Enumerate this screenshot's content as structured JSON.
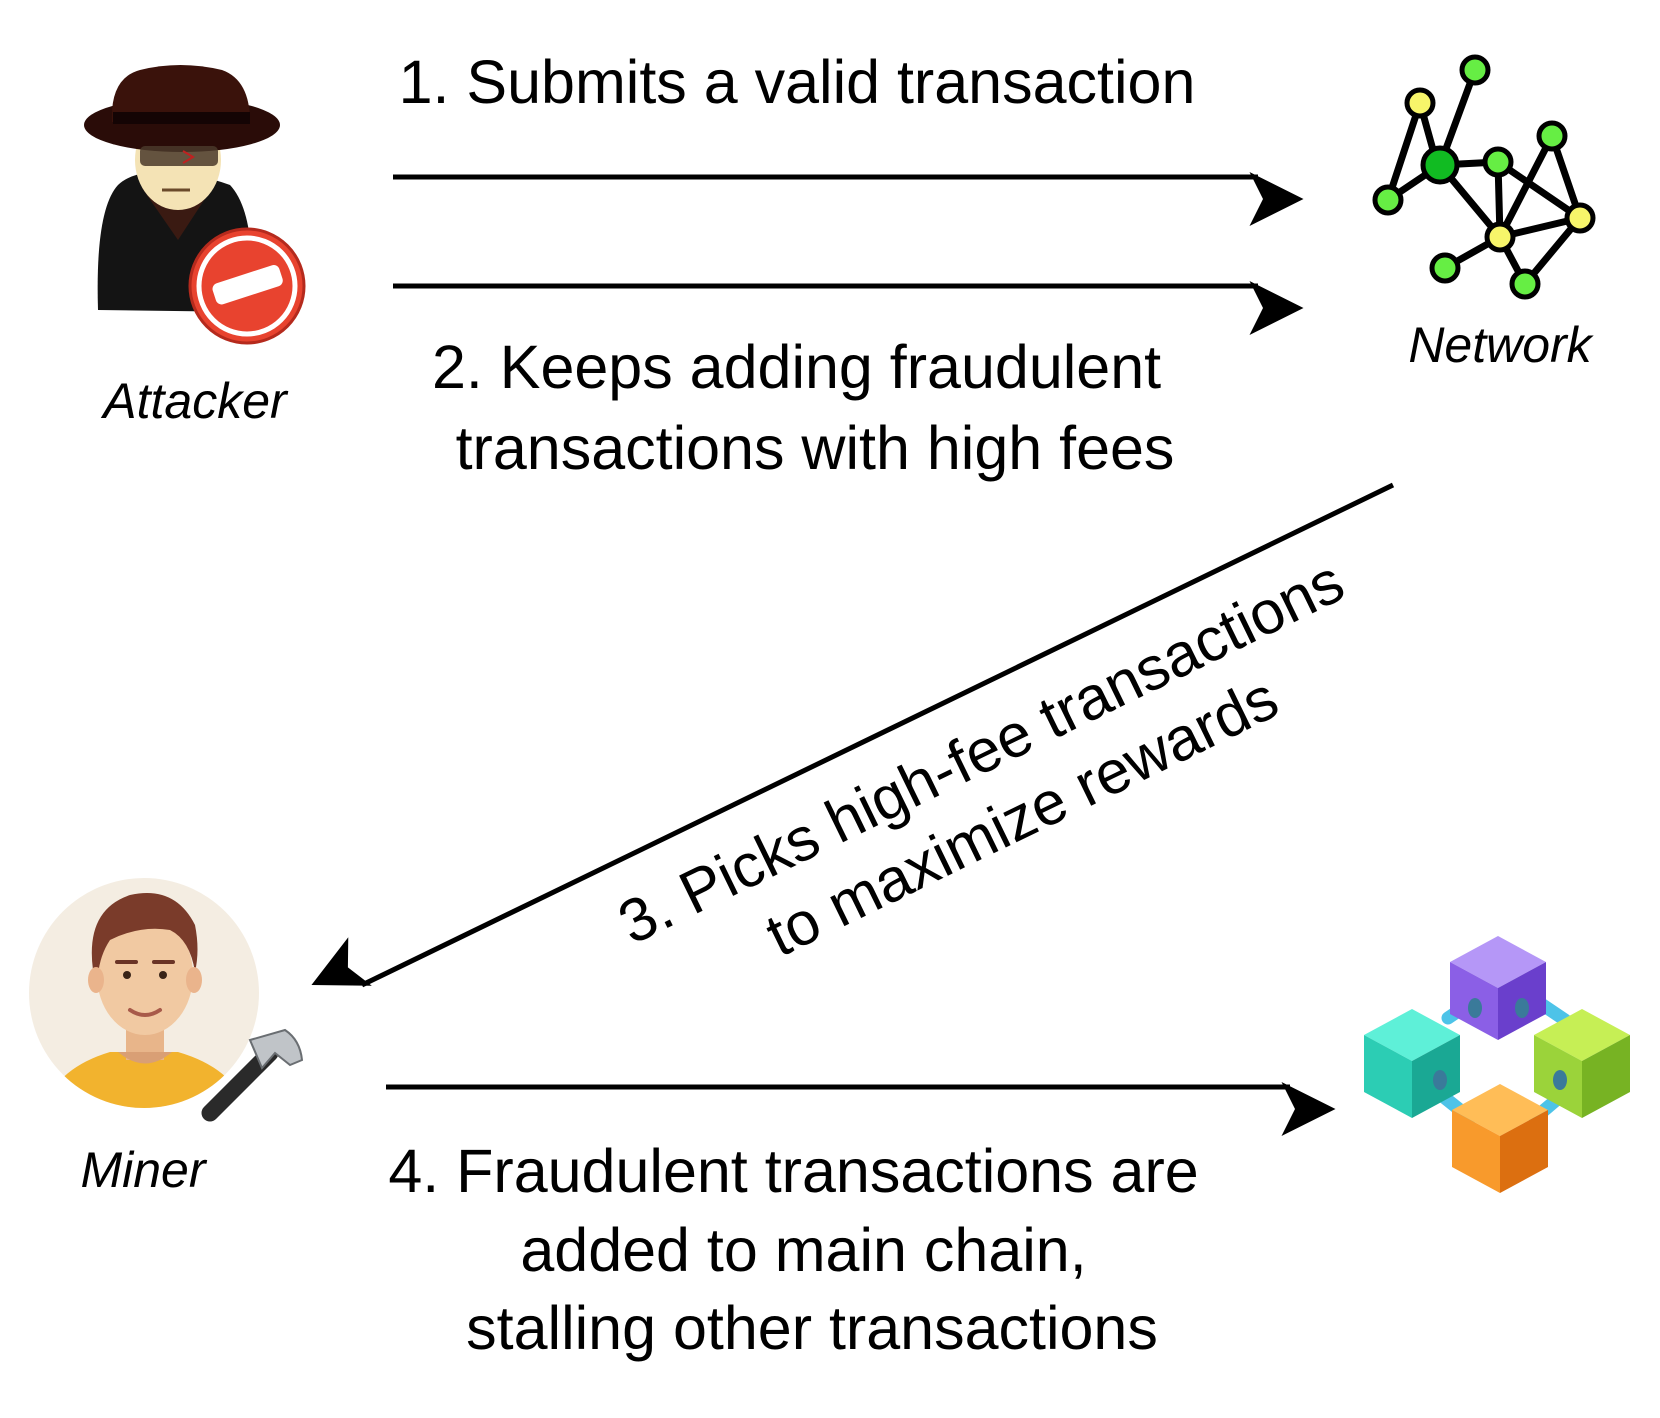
{
  "actors": {
    "attacker": {
      "label": "Attacker",
      "icon": "spy-icon",
      "badge_color": "#e8432f"
    },
    "network": {
      "label": "Network",
      "icon": "network-graph-icon",
      "node_colors": [
        "#66ee44",
        "#f7f56a",
        "#11bb22"
      ]
    },
    "miner": {
      "label": "Miner",
      "icon": "miner-avatar-icon",
      "shirt_color": "#f2b32e"
    },
    "blockchain": {
      "icon": "blockchain-cubes-icon",
      "cube_colors": [
        "#9d6ff0",
        "#3ddcc4",
        "#a3dd3a",
        "#f89a2c"
      ]
    }
  },
  "steps": [
    {
      "lines": [
        "1. Submits a valid transaction"
      ]
    },
    {
      "lines": [
        "2. Keeps adding fraudulent",
        "transactions with high fees"
      ]
    },
    {
      "lines": [
        "3. Picks high-fee transactions",
        "to maximize rewards"
      ]
    },
    {
      "lines": [
        "4. Fraudulent transactions are",
        "added to main chain,",
        "stalling other transactions"
      ]
    }
  ]
}
